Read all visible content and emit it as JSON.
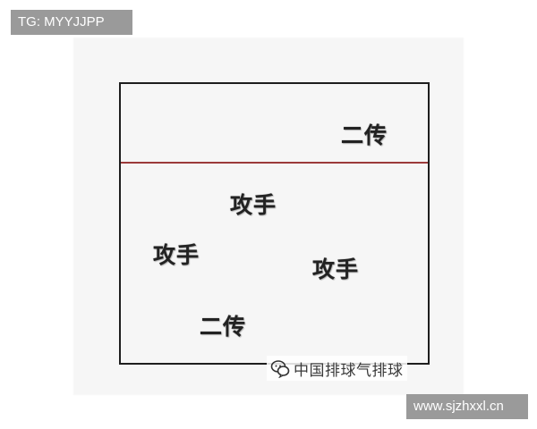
{
  "court": {
    "front_zone": {
      "player": "二传"
    },
    "back_zone": {
      "players": [
        "攻手",
        "攻手",
        "攻手",
        "二传"
      ]
    }
  },
  "watermark": {
    "icon": "chat-bubble-icon",
    "text": "中国排球气排球"
  },
  "badges": {
    "top_left": "TG: MYYJJPP",
    "bottom_right": "www.sjzhxxl.cn"
  }
}
